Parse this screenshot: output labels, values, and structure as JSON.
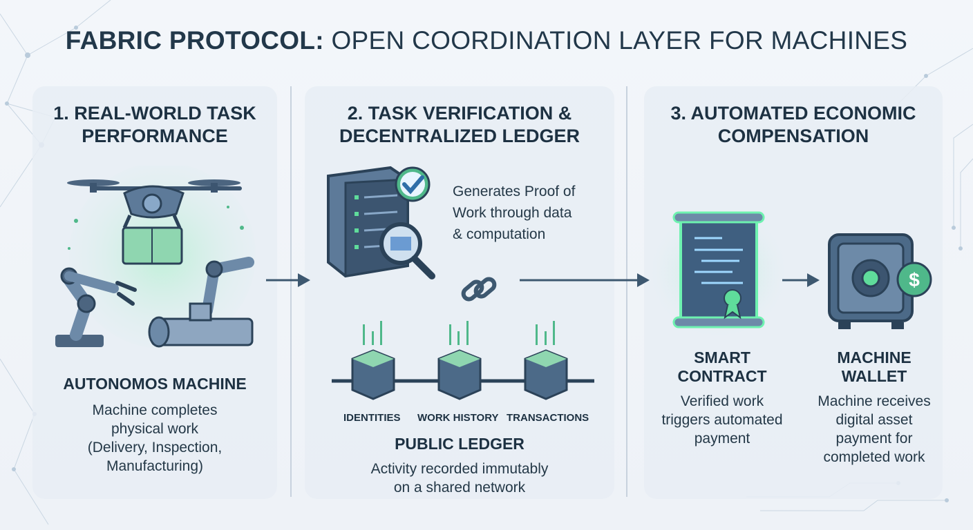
{
  "title": {
    "bold": "FABRIC PROTOCOL:",
    "rest": "OPEN COORDINATION LAYER FOR MACHINES"
  },
  "panels": [
    {
      "heading": "1. REAL-WORLD TASK\nPERFORMANCE",
      "caption_title": "AUTONOMOS MACHINE",
      "caption_body": "Machine completes\nphysical work\n(Delivery, Inspection,\nManufacturing)"
    },
    {
      "heading": "2. TASK VERIFICATION &\nDECENTRALIZED LEDGER",
      "proof_text": "Generates Proof of\nWork through data\n& computation",
      "ledger_labels": [
        "IDENTITIES",
        "WORK HISTORY",
        "TRANSACTIONS"
      ],
      "caption_title": "PUBLIC LEDGER",
      "caption_body": "Activity recorded immutably\non a shared network"
    },
    {
      "heading": "3. AUTOMATED ECONOMIC\nCOMPENSATION",
      "contract_title": "SMART\nCONTRACT",
      "contract_body": "Verified work\ntriggers automated\npayment",
      "wallet_title": "MACHINE\nWALLET",
      "wallet_body": "Machine receives\ndigital asset\npayment for\ncompleted work"
    }
  ],
  "colors": {
    "accent_green": "#5fdc9b",
    "dark_blue": "#2b4258",
    "steel_blue": "#5d7a99",
    "arrow": "#3d5870"
  },
  "icons": [
    "drone-icon",
    "robot-arm-icon",
    "pipe-icon",
    "server-icon",
    "checkmark-icon",
    "magnifier-icon",
    "chain-link-icon",
    "block-icon",
    "scroll-icon",
    "safe-icon",
    "dollar-coin-icon"
  ]
}
